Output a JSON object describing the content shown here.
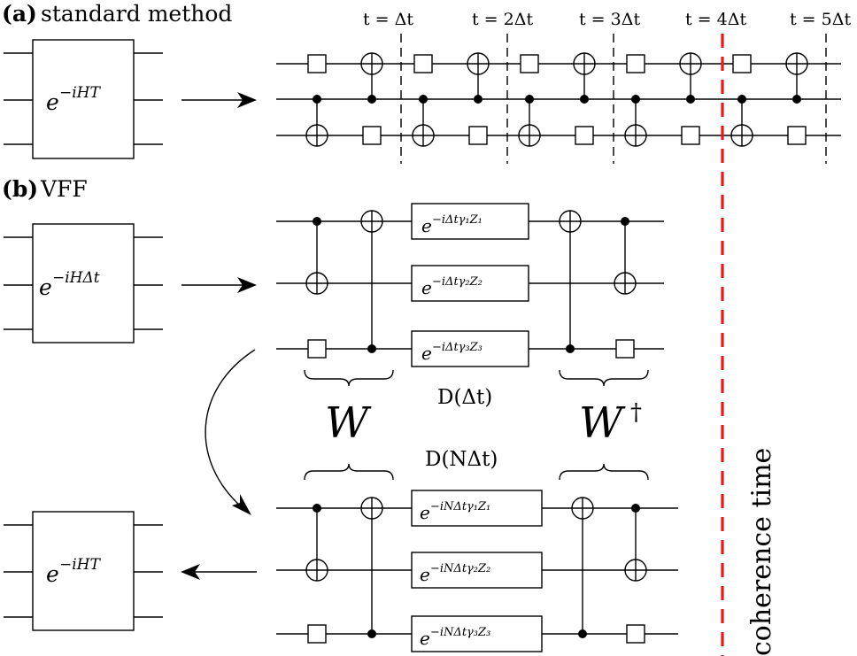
{
  "panel_a": {
    "letter": "(a)",
    "title": "standard method",
    "block": {
      "base": "e",
      "sup": "−iHT"
    },
    "time_labels": [
      "t = Δt",
      "t = 2Δt",
      "t = 3Δt",
      "t = 4Δt",
      "t = 5Δt"
    ]
  },
  "panel_b": {
    "letter": "(b)",
    "title": "VFF",
    "block_top": {
      "base": "e",
      "sup": "−iHΔt"
    },
    "block_bottom": {
      "base": "e",
      "sup": "−iHT"
    },
    "gates_top": [
      {
        "base": "e",
        "sup": "−iΔtγ₁Z₁"
      },
      {
        "base": "e",
        "sup": "−iΔtγ₂Z₂"
      },
      {
        "base": "e",
        "sup": "−iΔtγ₃Z₃"
      }
    ],
    "gates_bottom": [
      {
        "base": "e",
        "sup": "−iNΔtγ₁Z₁"
      },
      {
        "base": "e",
        "sup": "−iNΔtγ₂Z₂"
      },
      {
        "base": "e",
        "sup": "−iNΔtγ₃Z₃"
      }
    ],
    "label_D_top": "D(Δt)",
    "label_D_bottom": "D(NΔt)",
    "label_W": "W",
    "label_Wdag": "W",
    "label_Wdag_sup": "†"
  },
  "coherence_label": "coherence time",
  "colors": {
    "coherence_line": "#e31b1b",
    "ink": "#000000"
  }
}
